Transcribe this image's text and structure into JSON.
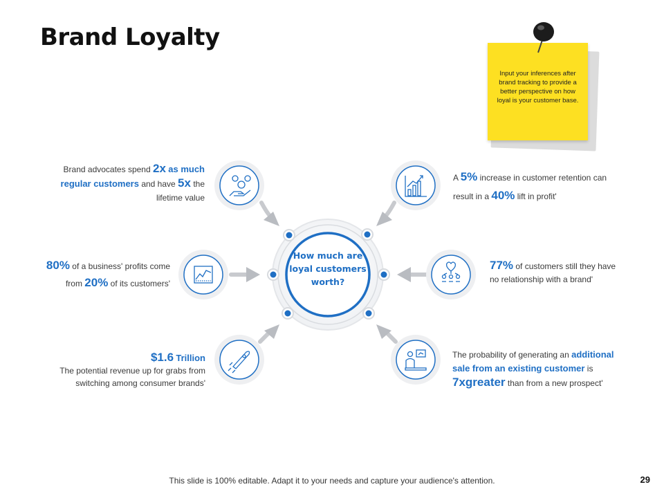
{
  "title": "Brand Loyalty",
  "note": {
    "text": "Input your inferences after brand tracking to provide a better perspective on how loyal is your customer base."
  },
  "center": {
    "question": "How much are loyal customers worth?"
  },
  "facts": {
    "advocates": {
      "p1": "Brand advocates spend",
      "h1": "2x",
      "h2": "as much",
      "h3": "regular customers",
      "p2": "and have",
      "h4": "5x",
      "p3": "the",
      "p4": "lifetime value"
    },
    "profits": {
      "h1": "80%",
      "p1": "of a business' profits come",
      "p2": "from",
      "h2": "20%",
      "p3": "of its customers'"
    },
    "revenue": {
      "h1": "$1.6",
      "h2": "Trillion",
      "p1": "The potential revenue  up for grabs from",
      "p2": "switching among consumer brands'"
    },
    "retention": {
      "p1": "A",
      "h1": "5%",
      "p2": "increase in customer retention can",
      "p3": "result in a",
      "h2": "40%",
      "p4": "lift in profit'"
    },
    "relationship": {
      "h1": "77%",
      "p1": "of customers still they have",
      "p2": "no relationship  with a brand'"
    },
    "probability": {
      "p1": "The probability  of generating an",
      "h1": "additional",
      "h2": "sale from an existing customer",
      "p2": "is",
      "h3": "7xgreater",
      "p3": "than from a new prospect'"
    }
  },
  "icons": [
    "money-hand-icon",
    "growth-chart-icon",
    "line-chart-icon",
    "heart-network-icon",
    "rocket-icon",
    "customer-presentation-icon"
  ],
  "colors": {
    "accent": "#1f6fc4",
    "note": "#fde022",
    "circle_fill": "#eeeff1",
    "arrow": "#b9bcc1"
  },
  "footer": "This slide is 100% editable. Adapt it to your needs and capture your audience's attention.",
  "page_number": "29"
}
